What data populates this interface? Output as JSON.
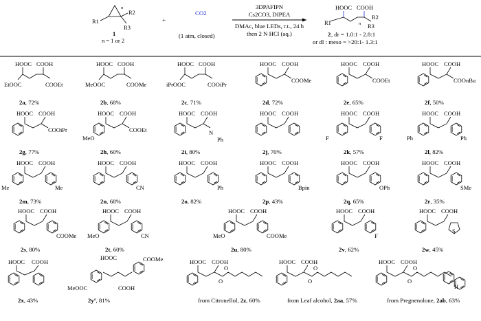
{
  "scheme": {
    "reactant_label": "1",
    "reactant_note": "n = 1 or 2",
    "plus": "+",
    "co2": "CO2",
    "co2_note": "(1 atm, closed)",
    "cond1": "3DPAFIPN",
    "cond2": "Cs2CO3, DIPEA",
    "cond3": "DMAc, blue LEDs, r.t., 24 h",
    "cond4": "then 2 N HCl (aq.)",
    "product_label": "2",
    "product_note1": ", dr = 1.0:1 - 2.8:1",
    "product_note2": "or dl : meso = >20:1- 1.3:1",
    "r1": "R1",
    "r2": "R2",
    "r3": "R3",
    "n_sub": "n"
  },
  "products": [
    {
      "id": "2a",
      "yield": "72%",
      "left": "EtOOC",
      "right": "COOEt"
    },
    {
      "id": "2b",
      "yield": "68%",
      "left": "MeOOC",
      "right": "COOMe"
    },
    {
      "id": "2c",
      "yield": "71%",
      "left": "iPrOOC",
      "right": "COOiPr"
    },
    {
      "id": "2d",
      "yield": "72%",
      "right": "COOMe"
    },
    {
      "id": "2e",
      "yield": "65%",
      "right": "COOEt"
    },
    {
      "id": "2f",
      "yield": "50%",
      "right": "COOnBu"
    },
    {
      "id": "2g",
      "yield": "77%",
      "right": "COOiPr"
    },
    {
      "id": "2h",
      "yield": "60%",
      "left": "MeO",
      "right": "COOEt"
    },
    {
      "id": "2i",
      "yield": "80%",
      "right": "Ph"
    },
    {
      "id": "2j",
      "yield": "70%"
    },
    {
      "id": "2k",
      "yield": "57%",
      "left": "F",
      "right": "F"
    },
    {
      "id": "2l",
      "yield": "82%",
      "left": "Ph",
      "right": "Ph"
    },
    {
      "id": "2m",
      "yield": "73%",
      "left": "Me",
      "right": "Me"
    },
    {
      "id": "2n",
      "yield": "68%",
      "right": "CN"
    },
    {
      "id": "2o",
      "yield": "82%",
      "right": "Ph"
    },
    {
      "id": "2p",
      "yield": "43%",
      "right": "Bpin"
    },
    {
      "id": "2q",
      "yield": "65%",
      "right": "OPh"
    },
    {
      "id": "2r",
      "yield": "35%",
      "right": "SMe"
    },
    {
      "id": "2s",
      "yield": "80%",
      "right": "COOMe"
    },
    {
      "id": "2t",
      "yield": "60%",
      "left": "MeO",
      "right": "CN"
    },
    {
      "id": "2u",
      "yield": "80%",
      "left": "MeO",
      "right": "COOMe"
    },
    {
      "id": "2v",
      "yield": "62%",
      "right": "F"
    },
    {
      "id": "2w",
      "yield": "45%"
    },
    {
      "id": "2x",
      "yield": "43%"
    },
    {
      "id": "2y",
      "yield": "81%",
      "sup": "a",
      "left": "MeOOC",
      "right": "COOMe"
    },
    {
      "id": "2z",
      "yield": "60%",
      "from": "from Citronellol, "
    },
    {
      "id": "2aa",
      "yield": "57%",
      "from": "from Leaf alcohol, "
    },
    {
      "id": "2ab",
      "yield": "63%",
      "from": "from Pregnenolone, "
    }
  ],
  "labels": {
    "hooc": "HOOC",
    "cooh": "COOH",
    "me_n": "N",
    "o": "O",
    "s": "S",
    "h": "H"
  }
}
